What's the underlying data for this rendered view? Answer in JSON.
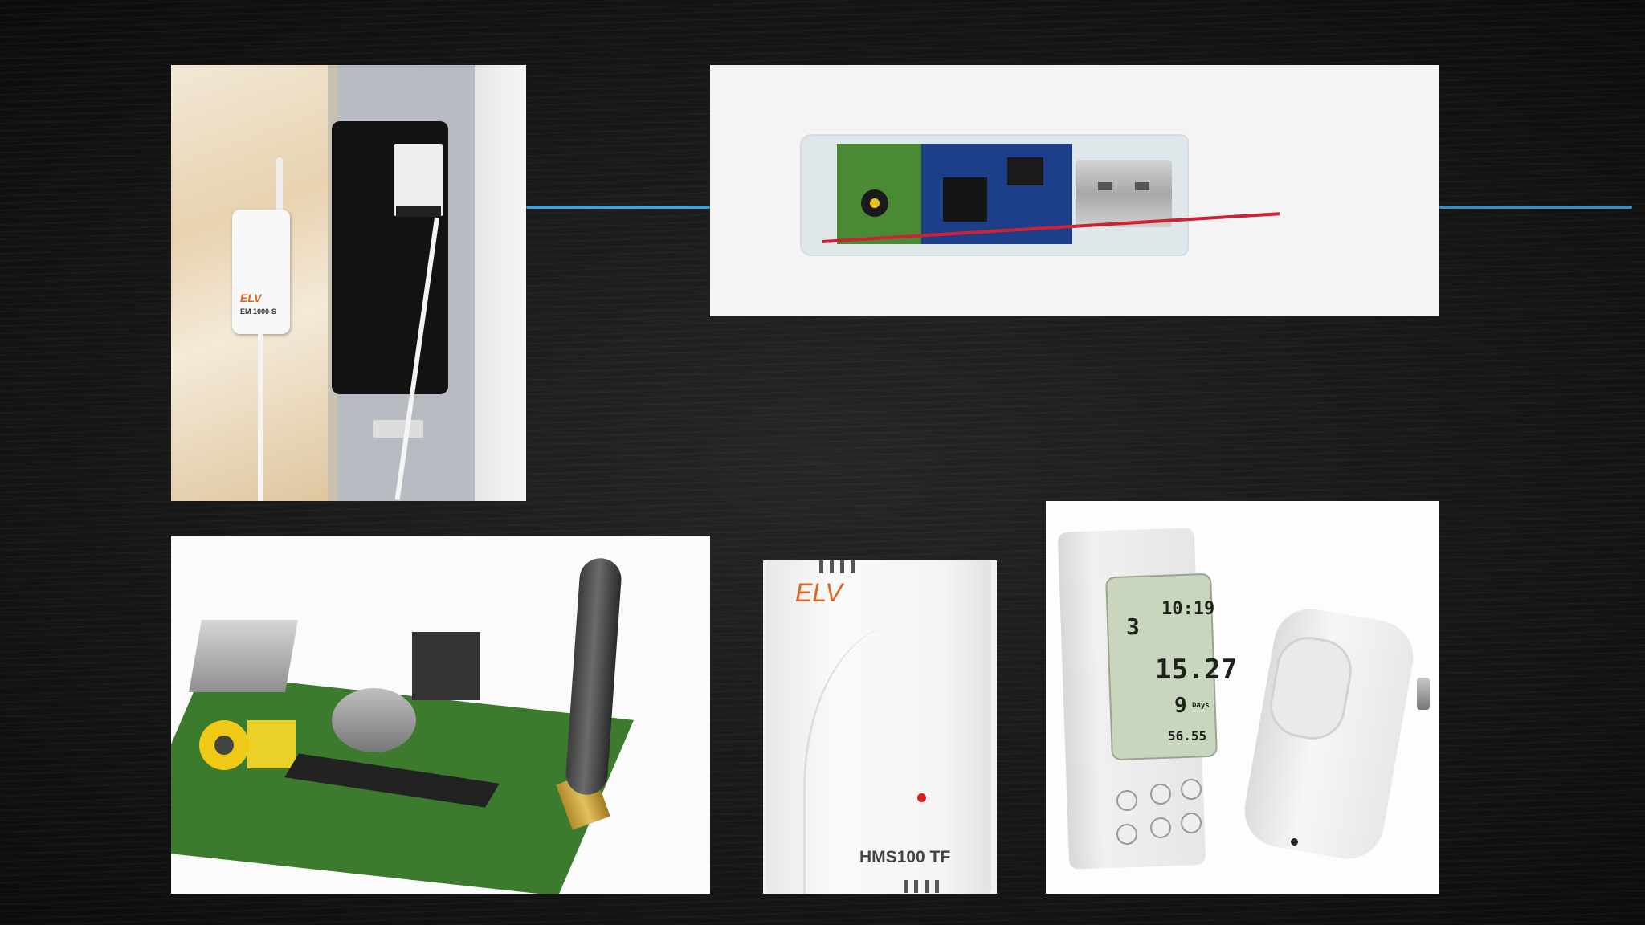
{
  "photos": {
    "meter": {
      "brand": "ELV",
      "model": "EM 1000-S"
    },
    "usb_stick": {},
    "raspberry_pi": {},
    "hms_sensor": {
      "brand": "ELV",
      "model": "HMS100 TF"
    },
    "energy_display": {
      "time": "10:19",
      "mode": "3",
      "value": "15.27",
      "days": "9",
      "days_label": "Days",
      "sub_value": "56.55"
    }
  },
  "colors": {
    "background": "#141414",
    "wire": "#3aa6dd",
    "brand_orange": "#e0641c",
    "antenna_red": "#cc2233"
  }
}
